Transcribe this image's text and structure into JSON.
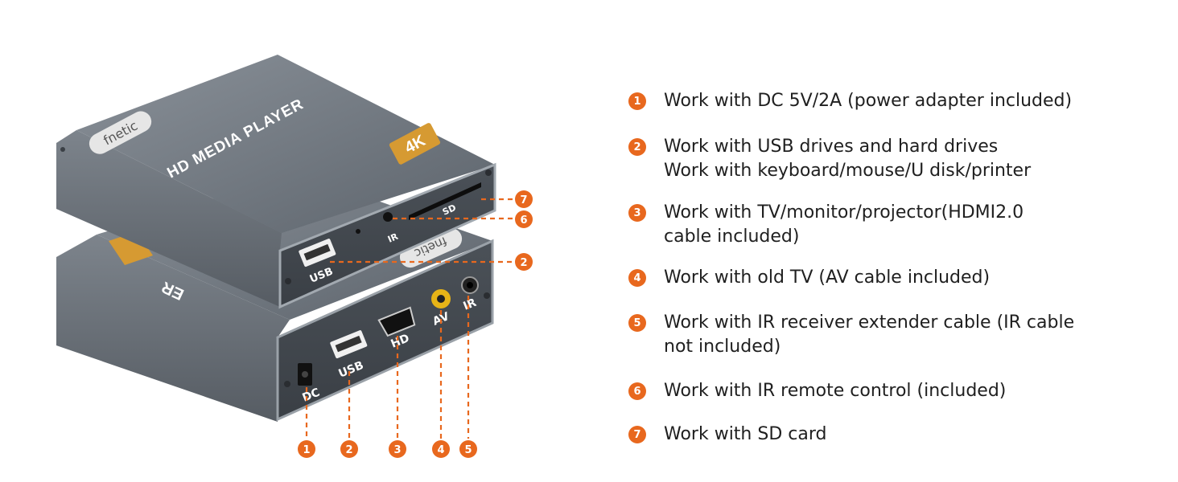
{
  "device": {
    "brand": "fnetic",
    "title": "HD MEDIA PLAYER",
    "badge_4k": "4K",
    "ports": {
      "sd": "SD",
      "ir_front": "IR",
      "usb_top": "USB",
      "dc": "DC",
      "usb_bottom": "USB",
      "hd": "HD",
      "av": "AV",
      "ir_side": "IR"
    }
  },
  "callouts": {
    "c1": "1",
    "c2": "2",
    "c3": "3",
    "c4": "4",
    "c5": "5",
    "c6": "6",
    "c7": "7",
    "c2_side": "2"
  },
  "accent_color": "#e8681e",
  "features": [
    {
      "num": "1",
      "lines": [
        "Work with DC 5V/2A (power adapter included)"
      ]
    },
    {
      "num": "2",
      "lines": [
        "Work with USB drives and hard drives",
        "Work with keyboard/mouse/U disk/printer"
      ]
    },
    {
      "num": "3",
      "lines": [
        "Work with TV/monitor/projector(HDMI2.0",
        "cable included)"
      ]
    },
    {
      "num": "4",
      "lines": [
        "Work with old TV (AV cable included)"
      ]
    },
    {
      "num": "5",
      "lines": [
        "Work with IR receiver extender cable (IR cable",
        "not included)"
      ]
    },
    {
      "num": "6",
      "lines": [
        "Work with IR remote control (included)"
      ]
    },
    {
      "num": "7",
      "lines": [
        "Work with SD card"
      ]
    }
  ]
}
